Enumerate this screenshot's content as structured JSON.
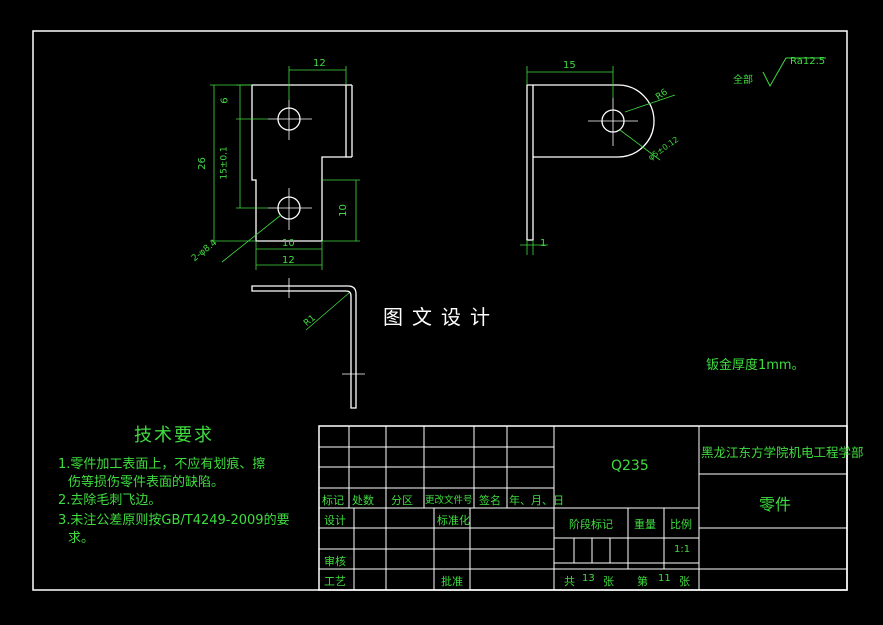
{
  "dimensions": {
    "top_width_left": "12",
    "hole_offset_top": "6",
    "overall_height": "26",
    "hole_spacing": "15±0.1",
    "lower_height": "10",
    "lower_width_inner": "10",
    "lower_width_outer": "12",
    "hole_callout": "2-φ8.4",
    "side_width": "15",
    "radius_outer": "R6",
    "hole_small": "φ5±0.12",
    "thickness_dim": "1",
    "bend_radius": "R1"
  },
  "surface_finish": {
    "label": "全部",
    "value": "Ra12.5"
  },
  "watermark": "图文设计",
  "note_thickness": "钣金厚度1mm。",
  "technical_requirements": {
    "title": "技术要求",
    "items": [
      "1.零件加工表面上，不应有划痕、擦",
      "伤等损伤零件表面的缺陷。",
      "2.去除毛刺飞边。",
      "3.未注公差原则按GB/T4249-2009的要",
      "求。"
    ]
  },
  "title_block": {
    "material": "Q235",
    "institution": "黑龙江东方学院机电工程学部",
    "part_name": "零件",
    "rev_headers": [
      "标记",
      "处数",
      "分区",
      "更改文件号",
      "签名",
      "年、月、日"
    ],
    "design": "设计",
    "standardization": "标准化",
    "review": "审核",
    "process": "工艺",
    "approve": "批准",
    "stage_mark": "阶段标记",
    "weight": "重量",
    "scale": "比例",
    "scale_value": "1:1",
    "sheets_total_label": "共",
    "sheets_total": "13",
    "sheet_unit": "张",
    "sheet_no_label": "第",
    "sheet_no": "11",
    "sheet_no_unit": "张"
  },
  "colors": {
    "background": "#000000",
    "outline": "#ffffff",
    "dimension": "#3fdc3f",
    "text_green": "#3fdc3f"
  }
}
